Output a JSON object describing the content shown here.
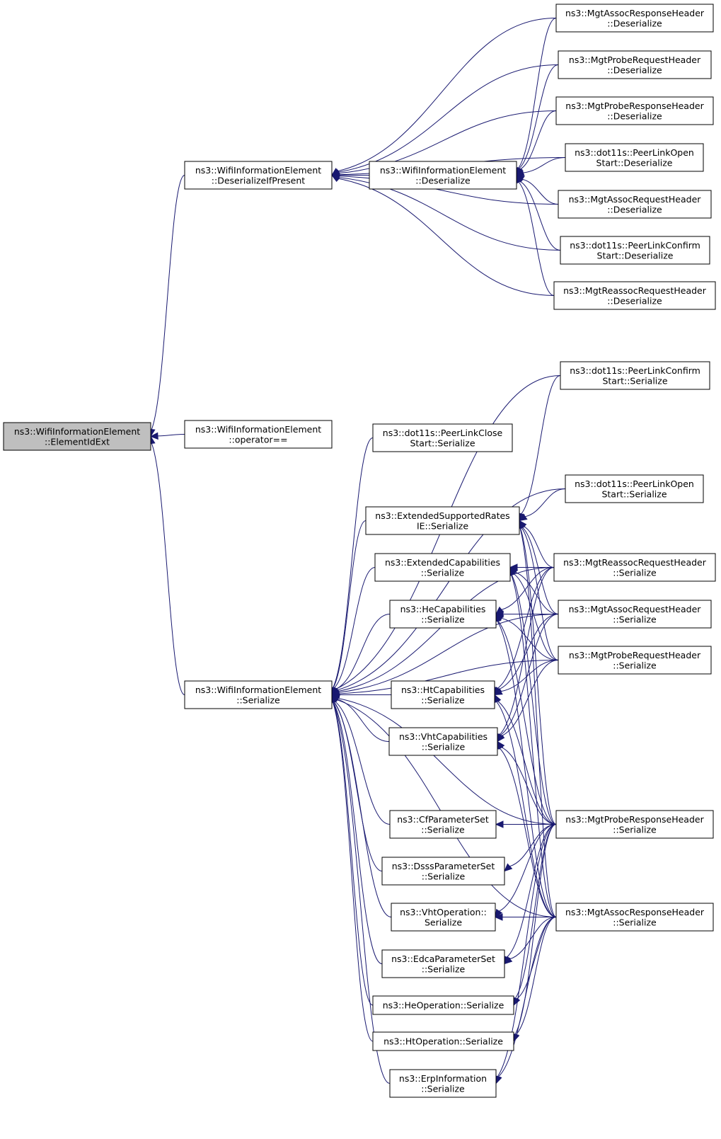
{
  "diagram": {
    "nodes": [
      {
        "id": "focus",
        "lines": [
          "ns3::WifiInformationElement",
          "::ElementIdExt"
        ],
        "focus": true
      },
      {
        "id": "dip",
        "lines": [
          "ns3::WifiInformationElement",
          "::DeserializeIfPresent"
        ]
      },
      {
        "id": "opeq",
        "lines": [
          "ns3::WifiInformationElement",
          "::operator=="
        ]
      },
      {
        "id": "ser",
        "lines": [
          "ns3::WifiInformationElement",
          "::Serialize"
        ]
      },
      {
        "id": "des",
        "lines": [
          "ns3::WifiInformationElement",
          "::Deserialize"
        ]
      },
      {
        "id": "d_assocresp",
        "lines": [
          "ns3::MgtAssocResponseHeader",
          "::Deserialize"
        ]
      },
      {
        "id": "d_probereq",
        "lines": [
          "ns3::MgtProbeRequestHeader",
          "::Deserialize"
        ]
      },
      {
        "id": "d_proberesp",
        "lines": [
          "ns3::MgtProbeResponseHeader",
          "::Deserialize"
        ]
      },
      {
        "id": "d_plopen",
        "lines": [
          "ns3::dot11s::PeerLinkOpen",
          "Start::Deserialize"
        ]
      },
      {
        "id": "d_assocreq",
        "lines": [
          "ns3::MgtAssocRequestHeader",
          "::Deserialize"
        ]
      },
      {
        "id": "d_plconfirm",
        "lines": [
          "ns3::dot11s::PeerLinkConfirm",
          "Start::Deserialize"
        ]
      },
      {
        "id": "d_reassocreq",
        "lines": [
          "ns3::MgtReassocRequestHeader",
          "::Deserialize"
        ]
      },
      {
        "id": "s_plconfirm",
        "lines": [
          "ns3::dot11s::PeerLinkConfirm",
          "Start::Serialize"
        ]
      },
      {
        "id": "s_plclose",
        "lines": [
          "ns3::dot11s::PeerLinkClose",
          "Start::Serialize"
        ]
      },
      {
        "id": "s_plopen",
        "lines": [
          "ns3::dot11s::PeerLinkOpen",
          "Start::Serialize"
        ]
      },
      {
        "id": "s_extrates",
        "lines": [
          "ns3::ExtendedSupportedRates",
          "IE::Serialize"
        ]
      },
      {
        "id": "s_extcap",
        "lines": [
          "ns3::ExtendedCapabilities",
          "::Serialize"
        ]
      },
      {
        "id": "s_reassocreq",
        "lines": [
          "ns3::MgtReassocRequestHeader",
          "::Serialize"
        ]
      },
      {
        "id": "s_hecap",
        "lines": [
          "ns3::HeCapabilities",
          "::Serialize"
        ]
      },
      {
        "id": "s_assocreq",
        "lines": [
          "ns3::MgtAssocRequestHeader",
          "::Serialize"
        ]
      },
      {
        "id": "s_probereq",
        "lines": [
          "ns3::MgtProbeRequestHeader",
          "::Serialize"
        ]
      },
      {
        "id": "s_htcap",
        "lines": [
          "ns3::HtCapabilities",
          "::Serialize"
        ]
      },
      {
        "id": "s_vhtcap",
        "lines": [
          "ns3::VhtCapabilities",
          "::Serialize"
        ]
      },
      {
        "id": "s_cfparam",
        "lines": [
          "ns3::CfParameterSet",
          "::Serialize"
        ]
      },
      {
        "id": "s_proberesp",
        "lines": [
          "ns3::MgtProbeResponseHeader",
          "::Serialize"
        ]
      },
      {
        "id": "s_dsss",
        "lines": [
          "ns3::DsssParameterSet",
          "::Serialize"
        ]
      },
      {
        "id": "s_vhtop",
        "lines": [
          "ns3::VhtOperation::",
          "Serialize"
        ]
      },
      {
        "id": "s_assocresp",
        "lines": [
          "ns3::MgtAssocResponseHeader",
          "::Serialize"
        ]
      },
      {
        "id": "s_edca",
        "lines": [
          "ns3::EdcaParameterSet",
          "::Serialize"
        ]
      },
      {
        "id": "s_heop",
        "lines": [
          "ns3::HeOperation::Serialize"
        ]
      },
      {
        "id": "s_htop",
        "lines": [
          "ns3::HtOperation::Serialize"
        ]
      },
      {
        "id": "s_erp",
        "lines": [
          "ns3::ErpInformation",
          "::Serialize"
        ]
      }
    ],
    "edges": [
      {
        "from": "dip",
        "to": "focus"
      },
      {
        "from": "opeq",
        "to": "focus"
      },
      {
        "from": "ser",
        "to": "focus"
      },
      {
        "from": "des",
        "to": "dip"
      },
      {
        "from": "d_assocresp",
        "to": "dip"
      },
      {
        "from": "d_probereq",
        "to": "dip"
      },
      {
        "from": "d_proberesp",
        "to": "dip"
      },
      {
        "from": "d_plopen",
        "to": "dip"
      },
      {
        "from": "d_assocreq",
        "to": "dip"
      },
      {
        "from": "d_plconfirm",
        "to": "dip"
      },
      {
        "from": "d_reassocreq",
        "to": "dip"
      },
      {
        "from": "d_assocresp",
        "to": "des"
      },
      {
        "from": "d_probereq",
        "to": "des"
      },
      {
        "from": "d_proberesp",
        "to": "des"
      },
      {
        "from": "d_plopen",
        "to": "des"
      },
      {
        "from": "d_assocreq",
        "to": "des"
      },
      {
        "from": "d_plconfirm",
        "to": "des"
      },
      {
        "from": "d_reassocreq",
        "to": "des"
      },
      {
        "from": "s_plconfirm",
        "to": "ser"
      },
      {
        "from": "s_plclose",
        "to": "ser"
      },
      {
        "from": "s_plopen",
        "to": "ser"
      },
      {
        "from": "s_extrates",
        "to": "ser"
      },
      {
        "from": "s_extcap",
        "to": "ser"
      },
      {
        "from": "s_hecap",
        "to": "ser"
      },
      {
        "from": "s_htcap",
        "to": "ser"
      },
      {
        "from": "s_vhtcap",
        "to": "ser"
      },
      {
        "from": "s_cfparam",
        "to": "ser"
      },
      {
        "from": "s_dsss",
        "to": "ser"
      },
      {
        "from": "s_vhtop",
        "to": "ser"
      },
      {
        "from": "s_edca",
        "to": "ser"
      },
      {
        "from": "s_heop",
        "to": "ser"
      },
      {
        "from": "s_htop",
        "to": "ser"
      },
      {
        "from": "s_erp",
        "to": "ser"
      },
      {
        "from": "s_reassocreq",
        "to": "ser"
      },
      {
        "from": "s_assocreq",
        "to": "ser"
      },
      {
        "from": "s_probereq",
        "to": "ser"
      },
      {
        "from": "s_proberesp",
        "to": "ser"
      },
      {
        "from": "s_assocresp",
        "to": "ser"
      },
      {
        "from": "s_plconfirm",
        "to": "s_extrates"
      },
      {
        "from": "s_plopen",
        "to": "s_extrates"
      },
      {
        "from": "s_reassocreq",
        "to": "s_extrates"
      },
      {
        "from": "s_assocreq",
        "to": "s_extrates"
      },
      {
        "from": "s_probereq",
        "to": "s_extrates"
      },
      {
        "from": "s_proberesp",
        "to": "s_extrates"
      },
      {
        "from": "s_assocresp",
        "to": "s_extrates"
      },
      {
        "from": "s_reassocreq",
        "to": "s_extcap"
      },
      {
        "from": "s_assocreq",
        "to": "s_extcap"
      },
      {
        "from": "s_probereq",
        "to": "s_extcap"
      },
      {
        "from": "s_proberesp",
        "to": "s_extcap"
      },
      {
        "from": "s_assocresp",
        "to": "s_extcap"
      },
      {
        "from": "s_reassocreq",
        "to": "s_hecap"
      },
      {
        "from": "s_assocreq",
        "to": "s_hecap"
      },
      {
        "from": "s_probereq",
        "to": "s_hecap"
      },
      {
        "from": "s_proberesp",
        "to": "s_hecap"
      },
      {
        "from": "s_assocresp",
        "to": "s_hecap"
      },
      {
        "from": "s_reassocreq",
        "to": "s_htcap"
      },
      {
        "from": "s_assocreq",
        "to": "s_htcap"
      },
      {
        "from": "s_probereq",
        "to": "s_htcap"
      },
      {
        "from": "s_proberesp",
        "to": "s_htcap"
      },
      {
        "from": "s_assocresp",
        "to": "s_htcap"
      },
      {
        "from": "s_reassocreq",
        "to": "s_vhtcap"
      },
      {
        "from": "s_assocreq",
        "to": "s_vhtcap"
      },
      {
        "from": "s_probereq",
        "to": "s_vhtcap"
      },
      {
        "from": "s_proberesp",
        "to": "s_vhtcap"
      },
      {
        "from": "s_assocresp",
        "to": "s_vhtcap"
      },
      {
        "from": "s_proberesp",
        "to": "s_cfparam"
      },
      {
        "from": "s_proberesp",
        "to": "s_dsss"
      },
      {
        "from": "s_proberesp",
        "to": "s_vhtop"
      },
      {
        "from": "s_assocresp",
        "to": "s_vhtop"
      },
      {
        "from": "s_proberesp",
        "to": "s_edca"
      },
      {
        "from": "s_assocresp",
        "to": "s_edca"
      },
      {
        "from": "s_proberesp",
        "to": "s_heop"
      },
      {
        "from": "s_assocresp",
        "to": "s_heop"
      },
      {
        "from": "s_proberesp",
        "to": "s_htop"
      },
      {
        "from": "s_assocresp",
        "to": "s_htop"
      },
      {
        "from": "s_proberesp",
        "to": "s_erp"
      },
      {
        "from": "s_assocresp",
        "to": "s_erp"
      }
    ]
  }
}
